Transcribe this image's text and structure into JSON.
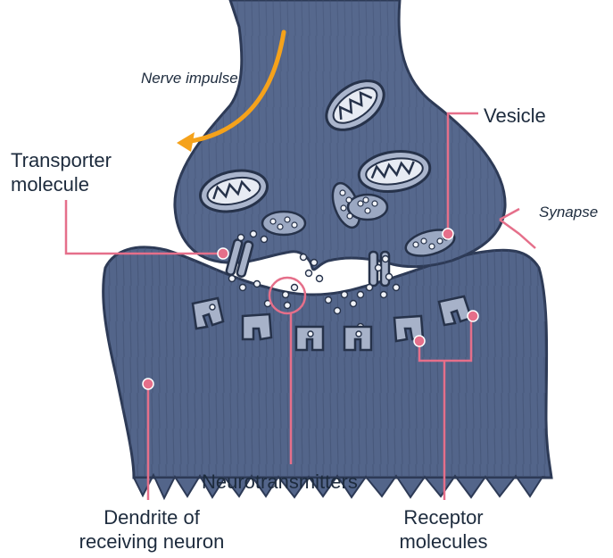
{
  "colors": {
    "tissue": "#4f5f83",
    "tissue_light": "#6d7ea1",
    "tissue_dark": "#2d3a56",
    "organelle_fill": "#a9b4cb",
    "callout": "#e56f8a",
    "impulse_arrow": "#f5a21b",
    "text": "#1d2b3d"
  },
  "labels": {
    "nerve_impulse": "Nerve impulse",
    "vesicle": "Vesicle",
    "transporter": [
      "Transporter",
      "molecule"
    ],
    "synapse": "Synapse",
    "neurotransmitters": "Neurotransmitters",
    "dendrite": [
      "Dendrite of",
      "receiving neuron"
    ],
    "receptor": [
      "Receptor",
      "molecules"
    ]
  },
  "icons": {
    "impulse_arrow": "curved-arrow-icon"
  }
}
